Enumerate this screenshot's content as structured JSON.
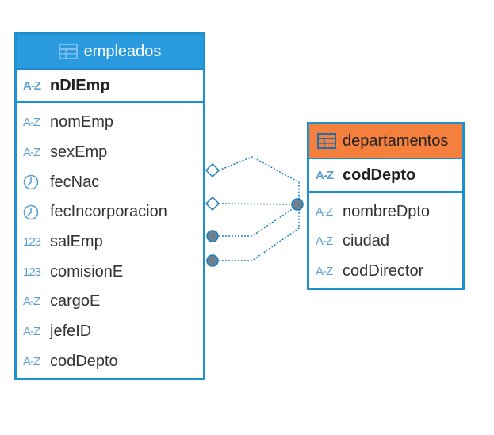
{
  "colors": {
    "border": "#1e8fcf",
    "empleados_header": "#2b9be0",
    "departamentos_header": "#f5803e",
    "icon": "#5a9fd4",
    "connector": "#1a7fc0",
    "marker": "#6e7f8f"
  },
  "empleados": {
    "title": "empleados",
    "pk": {
      "name": "nDIEmp",
      "icon": "az-icon"
    },
    "columns": [
      {
        "name": "nomEmp",
        "icon": "az-icon"
      },
      {
        "name": "sexEmp",
        "icon": "az-icon"
      },
      {
        "name": "fecNac",
        "icon": "clock-icon"
      },
      {
        "name": "fecIncorporacion",
        "icon": "clock-icon"
      },
      {
        "name": "salEmp",
        "icon": "number-icon"
      },
      {
        "name": "comisionE",
        "icon": "number-icon"
      },
      {
        "name": "cargoE",
        "icon": "az-icon"
      },
      {
        "name": "jefeID",
        "icon": "az-icon"
      },
      {
        "name": "codDepto",
        "icon": "az-icon"
      }
    ]
  },
  "departamentos": {
    "title": "departamentos",
    "pk": {
      "name": "codDepto",
      "icon": "az-icon"
    },
    "columns": [
      {
        "name": "nombreDpto",
        "icon": "az-icon"
      },
      {
        "name": "ciudad",
        "icon": "az-icon"
      },
      {
        "name": "codDirector",
        "icon": "az-icon"
      }
    ]
  },
  "icon_text": {
    "az": "A-Z",
    "number": "123"
  }
}
